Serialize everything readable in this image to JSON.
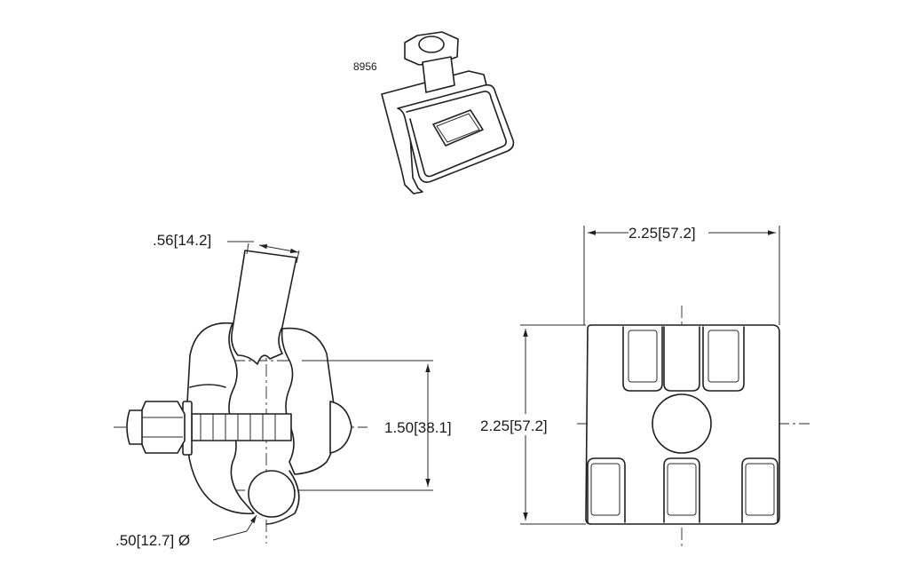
{
  "part_number": "8956",
  "dimensions": {
    "arm_width": ".56[14.2]",
    "hole_spacing": "1.50[38.1]",
    "hole_diameter": ".50[12.7] Ø",
    "overall_width": "2.25[57.2]",
    "overall_height": "2.25[57.2]"
  }
}
